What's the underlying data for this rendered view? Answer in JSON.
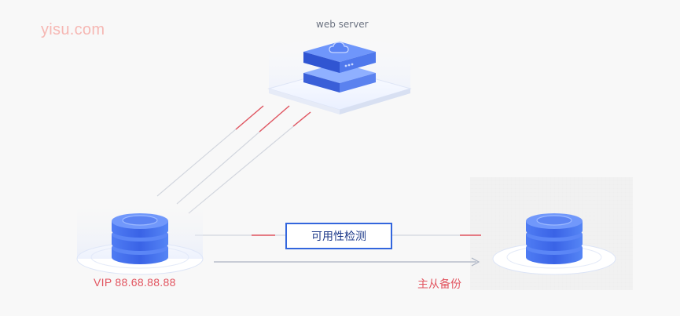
{
  "watermark": "yisu.com",
  "server": {
    "label": "web server"
  },
  "check": {
    "label": "可用性检测"
  },
  "vip": {
    "label": "VIP 88.68.88.88"
  },
  "backup": {
    "label": "主从备份"
  },
  "colors": {
    "primary_blue": "#4a74ee",
    "dark_blue": "#3358d6",
    "light_blue": "#8fb0ff",
    "alert_red": "#e25560",
    "line_gray": "#c9ced8"
  },
  "icons": [
    "cloud-icon",
    "database-icon"
  ]
}
